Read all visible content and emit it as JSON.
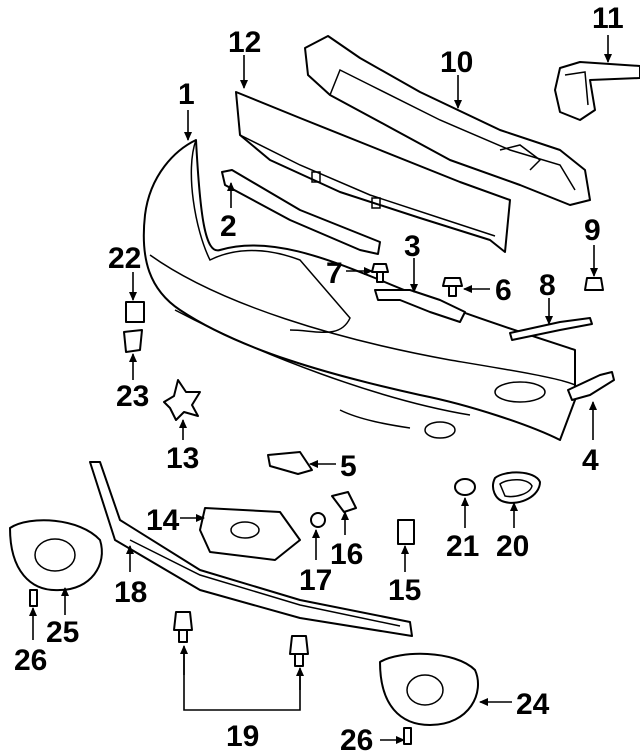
{
  "diagram": {
    "callouts": [
      {
        "id": "1",
        "label": "1"
      },
      {
        "id": "2",
        "label": "2"
      },
      {
        "id": "3",
        "label": "3"
      },
      {
        "id": "4",
        "label": "4"
      },
      {
        "id": "5",
        "label": "5"
      },
      {
        "id": "6",
        "label": "6"
      },
      {
        "id": "7",
        "label": "7"
      },
      {
        "id": "8",
        "label": "8"
      },
      {
        "id": "9",
        "label": "9"
      },
      {
        "id": "10",
        "label": "10"
      },
      {
        "id": "11",
        "label": "11"
      },
      {
        "id": "12",
        "label": "12"
      },
      {
        "id": "13",
        "label": "13"
      },
      {
        "id": "14",
        "label": "14"
      },
      {
        "id": "15",
        "label": "15"
      },
      {
        "id": "16",
        "label": "16"
      },
      {
        "id": "17",
        "label": "17"
      },
      {
        "id": "18",
        "label": "18"
      },
      {
        "id": "19",
        "label": "19"
      },
      {
        "id": "20",
        "label": "20"
      },
      {
        "id": "21",
        "label": "21"
      },
      {
        "id": "22",
        "label": "22"
      },
      {
        "id": "23",
        "label": "23"
      },
      {
        "id": "24",
        "label": "24"
      },
      {
        "id": "25",
        "label": "25"
      },
      {
        "id": "26a",
        "label": "26"
      },
      {
        "id": "26b",
        "label": "26"
      }
    ]
  }
}
